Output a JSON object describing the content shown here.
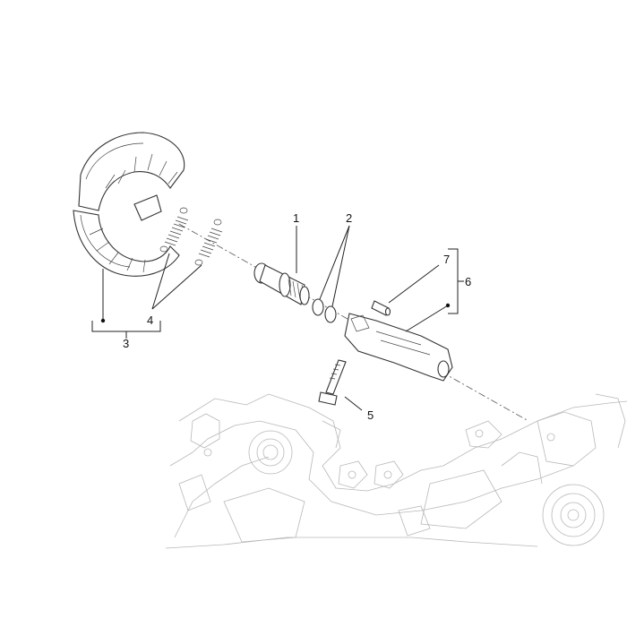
{
  "callouts": {
    "1": "1",
    "2": "2",
    "3": "3",
    "4": "4",
    "5": "5",
    "6": "6",
    "7": "7"
  }
}
